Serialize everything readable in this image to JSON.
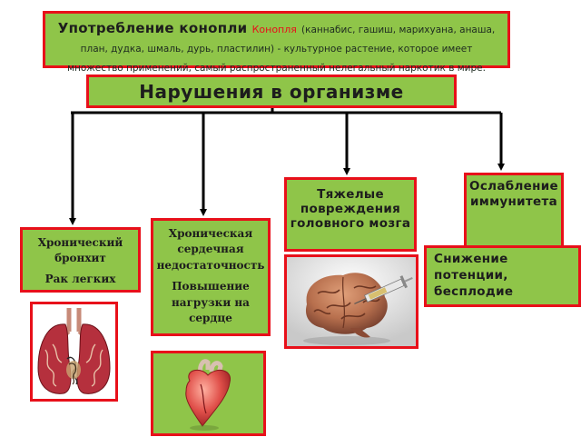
{
  "header": {
    "title": "Употребление конопли",
    "word": "Конопля",
    "text": "(каннабис, гашиш, марихуана, анаша, план, дудка, шмаль, дурь, пластилин) - культурное растение, которое имеет множество применений, самый распространенный нелегальный наркотик в мире."
  },
  "subtitle": "Нарушения в организме",
  "boxes": {
    "brain": "Тяжелые повреждения головного мозга",
    "immune": "Ослабление иммунитета",
    "heart_line1": "Хроническая сердечная недостаточность",
    "heart_line2": "Повышение нагрузки на сердце",
    "bronch_line1": "Хронический бронхит",
    "bronch_line2": "Рак легких",
    "potency": "Снижение потенции, бесплодие"
  },
  "colors": {
    "box_fill": "#8fc549",
    "border": "#e8101a",
    "arrow": "#000000"
  }
}
